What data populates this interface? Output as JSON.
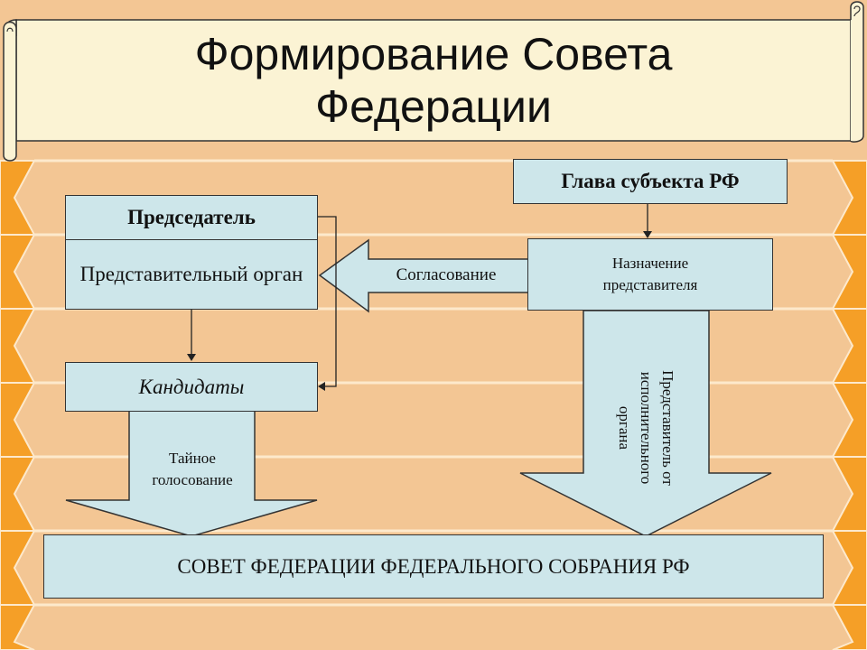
{
  "title": {
    "line1": "Формирование Совета",
    "line2": "Федерации"
  },
  "boxes": {
    "head": "Глава субъекта РФ",
    "chairman": "Председатель",
    "rep_organ": "Представительный орган",
    "appointment": "Назначение представителя",
    "candidates": "Кандидаты",
    "council": "СОВЕТ ФЕДЕРАЦИИ ФЕДЕРАЛЬНОГО СОБРАНИЯ РФ"
  },
  "arrows": {
    "approval": "Согласование",
    "secret_vote_line1": "Тайное",
    "secret_vote_line2": "голосование",
    "exec_rep_line1": "Представитель от",
    "exec_rep_line2": "исполнительного",
    "exec_rep_line3": "органа"
  },
  "colors": {
    "background": "#f3c694",
    "stripe": "#fde9cc",
    "side_tab": "#f59f27",
    "scroll": "#fbf3d4",
    "box_fill": "#cde6ea",
    "outline": "#333333"
  }
}
